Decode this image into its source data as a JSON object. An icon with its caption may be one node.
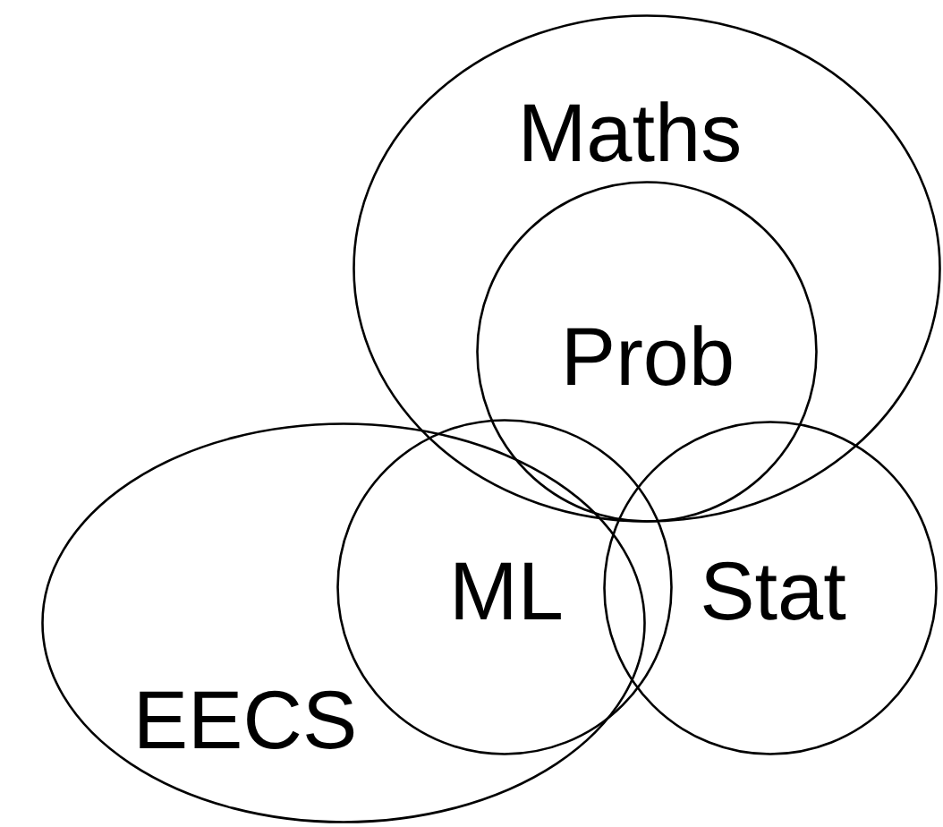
{
  "diagram": {
    "nodes": [
      {
        "text": [
          "Maths"
        ]
      },
      {
        "text": [
          "Prob"
        ],
        "in": 0
      },
      {
        "text": [
          "EECS"
        ]
      },
      {
        "text": [
          "ML"
        ]
      },
      {
        "text": [
          "Stat"
        ]
      }
    ]
  }
}
